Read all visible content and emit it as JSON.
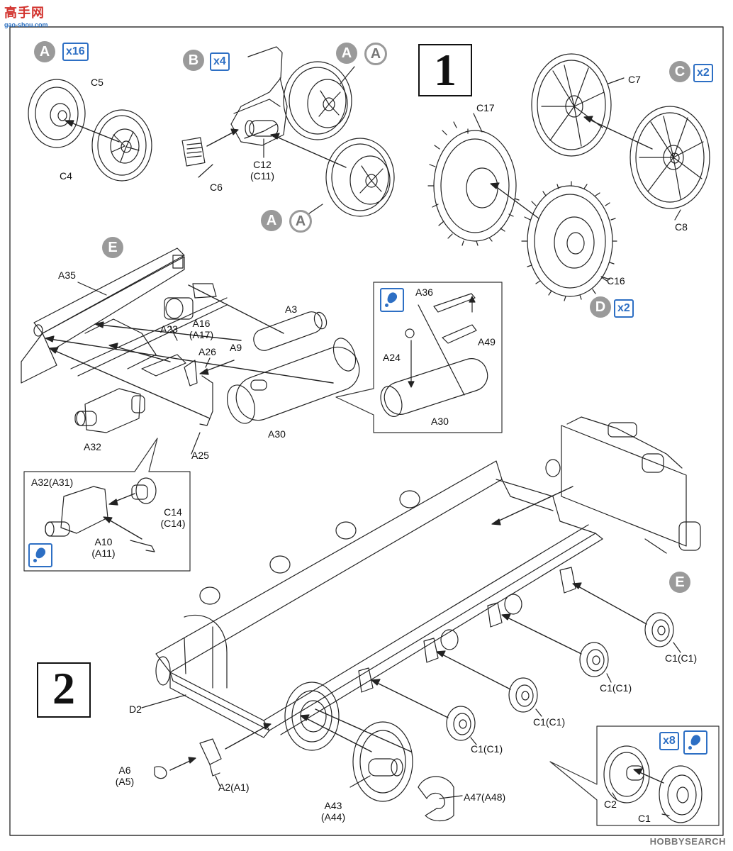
{
  "site_logo": {
    "main": "高手网",
    "url": "gao-shou.com"
  },
  "watermark": "HOBBYSEARCH",
  "steps": [
    "1",
    "2"
  ],
  "badges": {
    "A": "A",
    "B": "B",
    "C": "C",
    "D": "D",
    "E": "E"
  },
  "quantities": {
    "a": "x16",
    "b": "x4",
    "c": "x2",
    "d": "x2",
    "c1": "x8"
  },
  "labels": {
    "c5": "C5",
    "c4": "C4",
    "c6": "C6",
    "c12": "C12",
    "c11": "(C11)",
    "c17": "C17",
    "c7": "C7",
    "c8": "C8",
    "c16": "C16",
    "a35": "A35",
    "a3": "A3",
    "a23": "A23",
    "a16": "A16",
    "a17": "(A17)",
    "a26": "A26",
    "a9": "A9",
    "a30": "A30",
    "a32": "A32",
    "a25": "A25",
    "a36": "A36",
    "a24": "A24",
    "a49": "A49",
    "a30b": "A30",
    "a32a31": "A32(A31)",
    "c14": "C14",
    "c14b": "(C14)",
    "a10": "A10",
    "a11": "(A11)",
    "d2": "D2",
    "a6": "A6",
    "a5": "(A5)",
    "a2a1": "A2(A1)",
    "a43": "A43",
    "a44": "(A44)",
    "a47a48": "A47(A48)",
    "c1c1a": "C1(C1)",
    "c1c1b": "C1(C1)",
    "c1c1c": "C1(C1)",
    "c1c1d": "C1(C1)",
    "c2": "C2",
    "c1": "C1"
  }
}
